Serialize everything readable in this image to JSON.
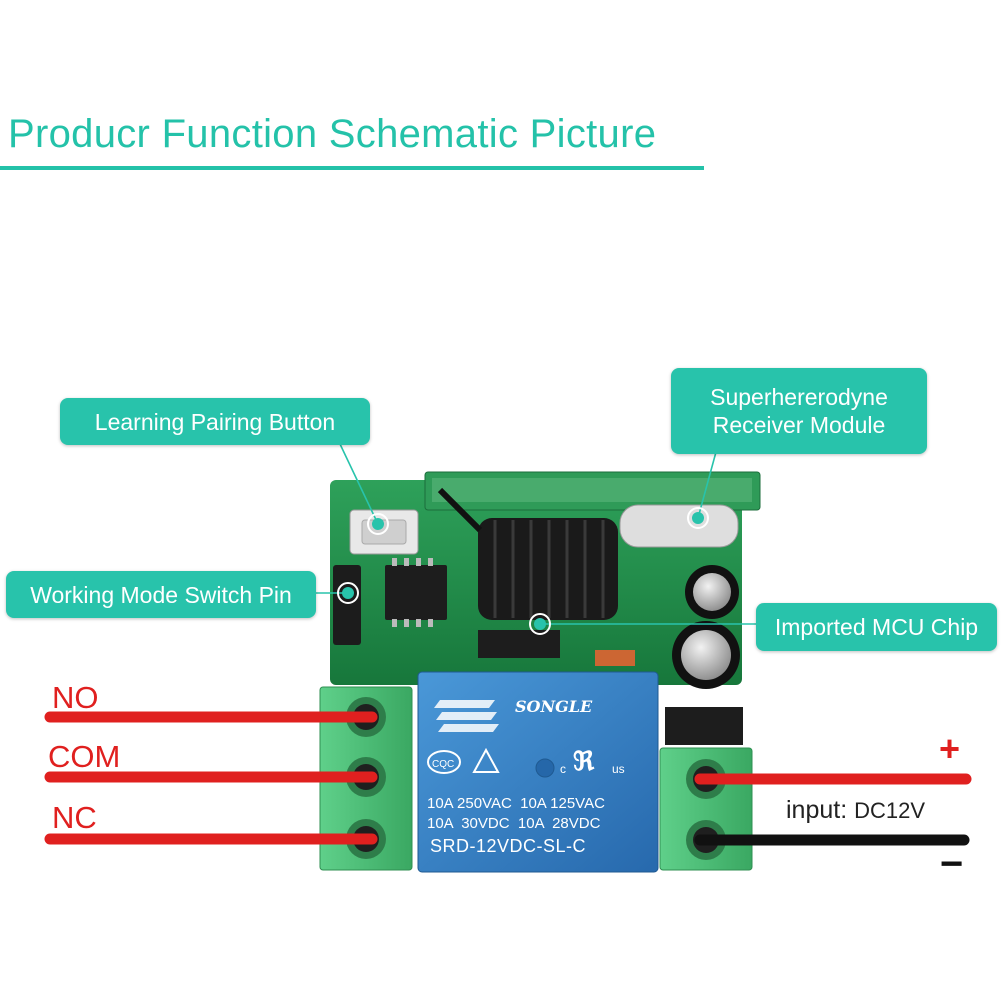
{
  "title": "Producr Function Schematic Picture",
  "callouts": {
    "learning_button": "Learning Pairing Button",
    "receiver_line1": "Superhererodyne",
    "receiver_line2": "Receiver Module",
    "mode_switch": "Working Mode Switch Pin",
    "mcu": "Imported MCU Chip"
  },
  "wires": {
    "no": "NO",
    "com": "COM",
    "nc": "NC",
    "plus": "+",
    "minus": "−"
  },
  "input": {
    "label": "input:",
    "voltage": "DC12V"
  },
  "relay": {
    "brand": "SONGLE",
    "cqc": "CQC",
    "c": "c",
    "us": "us",
    "rating_line1": "10A 250VAC  10A 125VAC",
    "rating_line2": "10A  30VDC  10A  28VDC",
    "model": "SRD-12VDC-SL-C"
  },
  "colors": {
    "accent": "#28c3ab",
    "wire_red": "#e0201f",
    "wire_black": "#111111",
    "pcb": "#1f8f4a",
    "terminal": "#4fc17c",
    "relay": "#2f7fc4"
  }
}
